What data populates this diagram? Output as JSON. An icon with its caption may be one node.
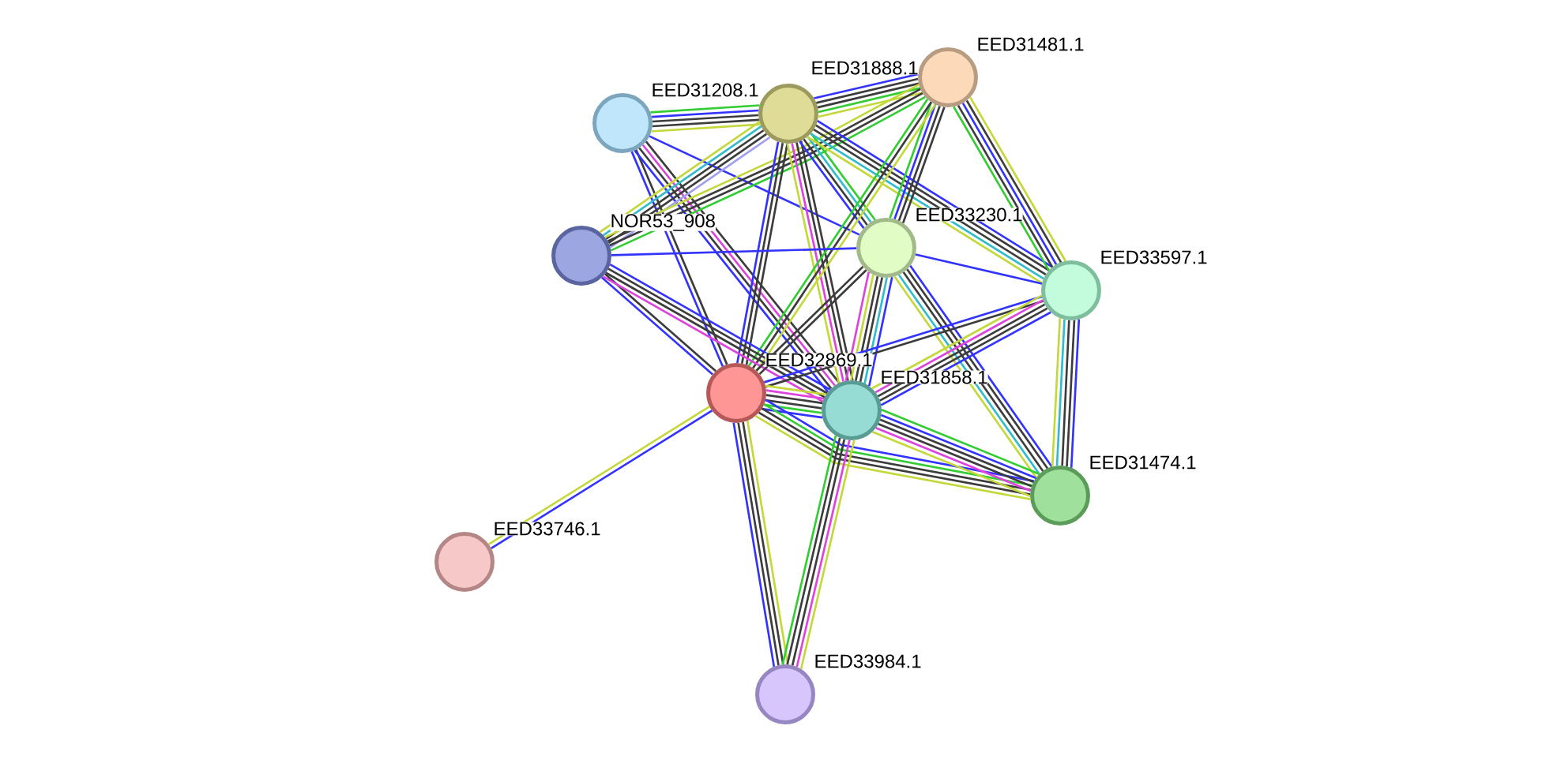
{
  "diagram": {
    "nodes": [
      {
        "text": [],
        "shape": "circle",
        "beside": [
          "EED31481.1"
        ]
      },
      {
        "text": [],
        "shape": "circle",
        "beside": [
          "EED31888.1"
        ]
      },
      {
        "text": [],
        "shape": "circle",
        "beside": [
          "EED31208.1"
        ]
      },
      {
        "text": [],
        "shape": "circle",
        "beside": [
          "NOR53_908"
        ]
      },
      {
        "text": [],
        "shape": "circle",
        "beside": [
          "EED33230.1"
        ]
      },
      {
        "text": [],
        "shape": "circle",
        "beside": [
          "EED33597.1"
        ]
      },
      {
        "text": [],
        "shape": "circle",
        "beside": [
          "EED32869.1"
        ]
      },
      {
        "text": [],
        "shape": "circle",
        "beside": [
          "EED31858.1"
        ]
      },
      {
        "text": [],
        "shape": "circle",
        "beside": [
          "EED31474.1"
        ]
      },
      {
        "text": [],
        "shape": "circle",
        "beside": [
          "EED33746.1"
        ]
      },
      {
        "text": [],
        "shape": "circle",
        "beside": [
          "EED33984.1"
        ]
      }
    ],
    "edges": [
      {
        "from": 2,
        "to": 1,
        "arrow": "none",
        "color": "#33cc33"
      },
      {
        "from": 2,
        "to": 1,
        "arrow": "none",
        "color": "#3333ff"
      },
      {
        "from": 2,
        "to": 1,
        "arrow": "none"
      },
      {
        "from": 2,
        "to": 1,
        "arrow": "none"
      },
      {
        "from": 2,
        "to": 1,
        "arrow": "none",
        "color": "#c4d83c"
      },
      {
        "from": 2,
        "to": 6,
        "arrow": "none",
        "color": "#3333ff"
      },
      {
        "from": 2,
        "to": 6,
        "arrow": "none"
      },
      {
        "from": 2,
        "to": 7,
        "arrow": "none",
        "color": "#3333ff"
      },
      {
        "from": 2,
        "to": 7,
        "arrow": "none"
      },
      {
        "from": 2,
        "to": 7,
        "arrow": "none",
        "color": "#dd44dd"
      },
      {
        "from": 2,
        "to": 7,
        "arrow": "none"
      },
      {
        "from": 2,
        "to": 4,
        "arrow": "none",
        "color": "#3333ff"
      },
      {
        "from": 1,
        "to": 0,
        "arrow": "none",
        "color": "#3333ff"
      },
      {
        "from": 1,
        "to": 0,
        "arrow": "none"
      },
      {
        "from": 1,
        "to": 0,
        "arrow": "none"
      },
      {
        "from": 1,
        "to": 0,
        "arrow": "none",
        "color": "#33cc33"
      },
      {
        "from": 1,
        "to": 0,
        "arrow": "none",
        "color": "#c4d83c"
      },
      {
        "from": 3,
        "to": 1,
        "arrow": "none",
        "color": "#c4d83c"
      },
      {
        "from": 3,
        "to": 1,
        "arrow": "none",
        "color": "#33bbcc"
      },
      {
        "from": 3,
        "to": 1,
        "arrow": "none"
      },
      {
        "from": 3,
        "to": 1,
        "arrow": "none"
      },
      {
        "from": 3,
        "to": 1,
        "arrow": "none",
        "color": "#a0a0f0"
      },
      {
        "from": 3,
        "to": 0,
        "arrow": "none",
        "color": "#c4d83c"
      },
      {
        "from": 3,
        "to": 0,
        "arrow": "none"
      },
      {
        "from": 3,
        "to": 0,
        "arrow": "none"
      },
      {
        "from": 3,
        "to": 0,
        "arrow": "none",
        "color": "#33cc33"
      },
      {
        "from": 1,
        "to": 6,
        "arrow": "none",
        "color": "#3333ff"
      },
      {
        "from": 1,
        "to": 6,
        "arrow": "none"
      },
      {
        "from": 1,
        "to": 6,
        "arrow": "none"
      },
      {
        "from": 1,
        "to": 7,
        "arrow": "none",
        "color": "#c4d83c"
      },
      {
        "from": 1,
        "to": 7,
        "arrow": "none",
        "color": "#dd44dd"
      },
      {
        "from": 1,
        "to": 7,
        "arrow": "none"
      },
      {
        "from": 1,
        "to": 7,
        "arrow": "none"
      },
      {
        "from": 1,
        "to": 4,
        "arrow": "none",
        "color": "#3333ff"
      },
      {
        "from": 1,
        "to": 4,
        "arrow": "none"
      },
      {
        "from": 1,
        "to": 4,
        "arrow": "none",
        "color": "#33bbcc"
      },
      {
        "from": 1,
        "to": 4,
        "arrow": "none",
        "color": "#33cc33"
      },
      {
        "from": 1,
        "to": 5,
        "arrow": "none",
        "color": "#c4d83c"
      },
      {
        "from": 1,
        "to": 5,
        "arrow": "none",
        "color": "#33bbcc"
      },
      {
        "from": 1,
        "to": 5,
        "arrow": "none"
      },
      {
        "from": 1,
        "to": 5,
        "arrow": "none"
      },
      {
        "from": 1,
        "to": 5,
        "arrow": "none",
        "color": "#3333ff"
      },
      {
        "from": 0,
        "to": 4,
        "arrow": "none",
        "color": "#33cc33"
      },
      {
        "from": 0,
        "to": 4,
        "arrow": "none",
        "color": "#3333ff"
      },
      {
        "from": 0,
        "to": 4,
        "arrow": "none"
      },
      {
        "from": 0,
        "to": 4,
        "arrow": "none"
      },
      {
        "from": 0,
        "to": 5,
        "arrow": "none",
        "color": "#33cc33"
      },
      {
        "from": 0,
        "to": 5,
        "arrow": "none"
      },
      {
        "from": 0,
        "to": 5,
        "arrow": "none",
        "color": "#3333ff"
      },
      {
        "from": 0,
        "to": 5,
        "arrow": "none"
      },
      {
        "from": 0,
        "to": 5,
        "arrow": "none",
        "color": "#c4d83c"
      },
      {
        "from": 0,
        "to": 6,
        "arrow": "none",
        "color": "#33cc33"
      },
      {
        "from": 0,
        "to": 6,
        "arrow": "none"
      },
      {
        "from": 0,
        "to": 6,
        "arrow": "none",
        "color": "#c4d83c"
      },
      {
        "from": 3,
        "to": 4,
        "arrow": "none",
        "color": "#3333ff"
      },
      {
        "from": 3,
        "to": 6,
        "arrow": "none",
        "color": "#3333ff"
      },
      {
        "from": 3,
        "to": 6,
        "arrow": "none"
      },
      {
        "from": 3,
        "to": 7,
        "arrow": "none",
        "color": "#dd44dd"
      },
      {
        "from": 3,
        "to": 7,
        "arrow": "none"
      },
      {
        "from": 3,
        "to": 7,
        "arrow": "none"
      },
      {
        "from": 3,
        "to": 7,
        "arrow": "none",
        "color": "#3333ff"
      },
      {
        "from": 4,
        "to": 5,
        "arrow": "none",
        "color": "#3333ff"
      },
      {
        "from": 4,
        "to": 6,
        "arrow": "none"
      },
      {
        "from": 4,
        "to": 6,
        "arrow": "none"
      },
      {
        "from": 4,
        "to": 7,
        "arrow": "none",
        "color": "#dd44dd"
      },
      {
        "from": 4,
        "to": 7,
        "arrow": "none",
        "color": "#c4d83c"
      },
      {
        "from": 4,
        "to": 7,
        "arrow": "none"
      },
      {
        "from": 4,
        "to": 7,
        "arrow": "none"
      },
      {
        "from": 4,
        "to": 7,
        "arrow": "none",
        "color": "#33bbcc"
      },
      {
        "from": 4,
        "to": 7,
        "arrow": "none",
        "color": "#3333ff"
      },
      {
        "from": 4,
        "to": 8,
        "arrow": "none",
        "color": "#c4d83c"
      },
      {
        "from": 4,
        "to": 8,
        "arrow": "none",
        "color": "#33bbcc"
      },
      {
        "from": 4,
        "to": 8,
        "arrow": "none"
      },
      {
        "from": 4,
        "to": 8,
        "arrow": "none"
      },
      {
        "from": 4,
        "to": 8,
        "arrow": "none",
        "color": "#3333ff"
      },
      {
        "from": 5,
        "to": 6,
        "arrow": "none",
        "color": "#3333ff"
      },
      {
        "from": 5,
        "to": 6,
        "arrow": "none"
      },
      {
        "from": 5,
        "to": 7,
        "arrow": "none",
        "color": "#c4d83c"
      },
      {
        "from": 5,
        "to": 7,
        "arrow": "none",
        "color": "#dd44dd"
      },
      {
        "from": 5,
        "to": 7,
        "arrow": "none"
      },
      {
        "from": 5,
        "to": 7,
        "arrow": "none"
      },
      {
        "from": 5,
        "to": 7,
        "arrow": "none",
        "color": "#3333ff"
      },
      {
        "from": 5,
        "to": 8,
        "arrow": "none",
        "color": "#c4d83c"
      },
      {
        "from": 5,
        "to": 8,
        "arrow": "none",
        "color": "#33bbcc"
      },
      {
        "from": 5,
        "to": 8,
        "arrow": "none"
      },
      {
        "from": 5,
        "to": 8,
        "arrow": "none"
      },
      {
        "from": 5,
        "to": 8,
        "arrow": "none",
        "color": "#3333ff"
      },
      {
        "from": 6,
        "to": 7,
        "arrow": "none",
        "color": "#3333ff"
      },
      {
        "from": 6,
        "to": 7,
        "arrow": "none",
        "color": "#33cc33"
      },
      {
        "from": 6,
        "to": 7,
        "arrow": "none"
      },
      {
        "from": 6,
        "to": 7,
        "arrow": "none"
      },
      {
        "from": 6,
        "to": 7,
        "arrow": "none",
        "color": "#dd44dd"
      },
      {
        "from": 6,
        "to": 7,
        "arrow": "none",
        "color": "#c4d83c"
      },
      {
        "from": 6,
        "to": 8,
        "arrow": "none",
        "color": "#c4d83c"
      },
      {
        "from": 6,
        "to": 8,
        "arrow": "none"
      },
      {
        "from": 6,
        "to": 8,
        "arrow": "none"
      },
      {
        "from": 6,
        "to": 8,
        "arrow": "none",
        "color": "#33cc33"
      },
      {
        "from": 6,
        "to": 8,
        "arrow": "none",
        "color": "#3333ff"
      },
      {
        "from": 6,
        "to": 9,
        "arrow": "none",
        "color": "#c4d83c"
      },
      {
        "from": 6,
        "to": 9,
        "arrow": "none",
        "color": "#3333ff"
      },
      {
        "from": 6,
        "to": 10,
        "arrow": "none",
        "color": "#3333ff"
      },
      {
        "from": 6,
        "to": 10,
        "arrow": "none"
      },
      {
        "from": 6,
        "to": 10,
        "arrow": "none"
      },
      {
        "from": 6,
        "to": 10,
        "arrow": "none",
        "color": "#c4d83c"
      },
      {
        "from": 7,
        "to": 8,
        "arrow": "none",
        "color": "#c4d83c"
      },
      {
        "from": 7,
        "to": 8,
        "arrow": "none",
        "color": "#dd44dd"
      },
      {
        "from": 7,
        "to": 8,
        "arrow": "none"
      },
      {
        "from": 7,
        "to": 8,
        "arrow": "none"
      },
      {
        "from": 7,
        "to": 8,
        "arrow": "none",
        "color": "#3333ff"
      },
      {
        "from": 7,
        "to": 8,
        "arrow": "none",
        "color": "#33cc33"
      },
      {
        "from": 7,
        "to": 10,
        "arrow": "none",
        "color": "#33cc33"
      },
      {
        "from": 7,
        "to": 10,
        "arrow": "none"
      },
      {
        "from": 7,
        "to": 10,
        "arrow": "none"
      },
      {
        "from": 7,
        "to": 10,
        "arrow": "none",
        "color": "#dd44dd"
      },
      {
        "from": 7,
        "to": 10,
        "arrow": "none",
        "color": "#c4d83c"
      }
    ]
  }
}
